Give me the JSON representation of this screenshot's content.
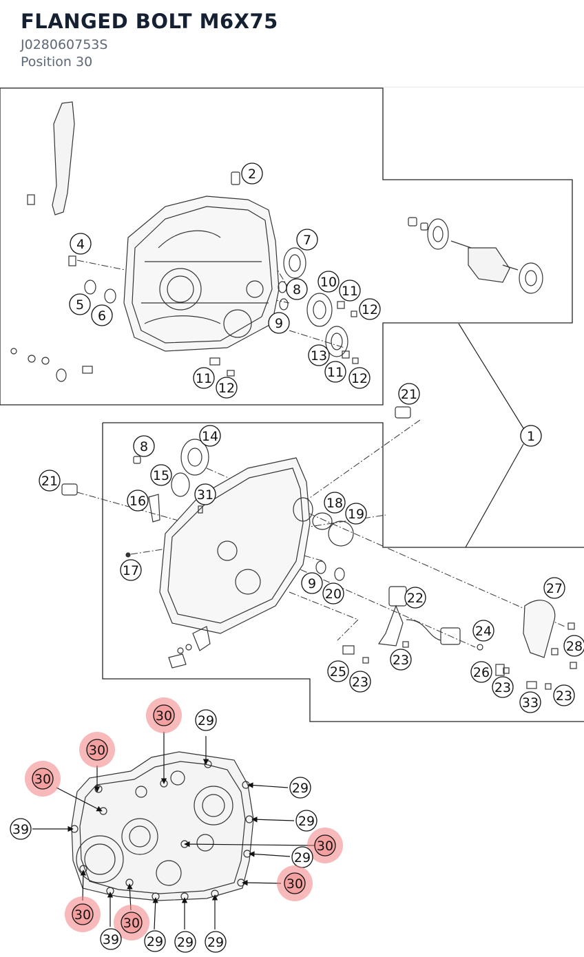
{
  "header": {
    "title": "FLANGED BOLT M6X75",
    "part_number": "J028060753S",
    "position_label": "Position 30"
  },
  "colors": {
    "highlight": "#f08080",
    "line": "#222222",
    "text_primary": "#162033",
    "text_secondary": "#5c6777"
  },
  "diagram": {
    "callouts": [
      {
        "id": "c2",
        "label": "2",
        "highlighted": false
      },
      {
        "id": "c4",
        "label": "4",
        "highlighted": false
      },
      {
        "id": "c5",
        "label": "5",
        "highlighted": false
      },
      {
        "id": "c6",
        "label": "6",
        "highlighted": false
      },
      {
        "id": "c7",
        "label": "7",
        "highlighted": false
      },
      {
        "id": "c8a",
        "label": "8",
        "highlighted": false
      },
      {
        "id": "c9a",
        "label": "9",
        "highlighted": false
      },
      {
        "id": "c10",
        "label": "10",
        "highlighted": false
      },
      {
        "id": "c11a",
        "label": "11",
        "highlighted": false
      },
      {
        "id": "c12a",
        "label": "12",
        "highlighted": false
      },
      {
        "id": "c13",
        "label": "13",
        "highlighted": false
      },
      {
        "id": "c11b",
        "label": "11",
        "highlighted": false
      },
      {
        "id": "c12b",
        "label": "12",
        "highlighted": false
      },
      {
        "id": "c11c",
        "label": "11",
        "highlighted": false
      },
      {
        "id": "c12c",
        "label": "12",
        "highlighted": false
      },
      {
        "id": "c1",
        "label": "1",
        "highlighted": false
      },
      {
        "id": "c21a",
        "label": "21",
        "highlighted": false
      },
      {
        "id": "c21b",
        "label": "21",
        "highlighted": false
      },
      {
        "id": "c8b",
        "label": "8",
        "highlighted": false
      },
      {
        "id": "c14",
        "label": "14",
        "highlighted": false
      },
      {
        "id": "c15",
        "label": "15",
        "highlighted": false
      },
      {
        "id": "c16",
        "label": "16",
        "highlighted": false
      },
      {
        "id": "c31",
        "label": "31",
        "highlighted": false
      },
      {
        "id": "c18",
        "label": "18",
        "highlighted": false
      },
      {
        "id": "c19",
        "label": "19",
        "highlighted": false
      },
      {
        "id": "c17",
        "label": "17",
        "highlighted": false
      },
      {
        "id": "c9b",
        "label": "9",
        "highlighted": false
      },
      {
        "id": "c20",
        "label": "20",
        "highlighted": false
      },
      {
        "id": "c22",
        "label": "22",
        "highlighted": false
      },
      {
        "id": "c27",
        "label": "27",
        "highlighted": false
      },
      {
        "id": "c24",
        "label": "24",
        "highlighted": false
      },
      {
        "id": "c28",
        "label": "28",
        "highlighted": false
      },
      {
        "id": "c23a",
        "label": "23",
        "highlighted": false
      },
      {
        "id": "c25",
        "label": "25",
        "highlighted": false
      },
      {
        "id": "c23b",
        "label": "23",
        "highlighted": false
      },
      {
        "id": "c26",
        "label": "26",
        "highlighted": false
      },
      {
        "id": "c23c",
        "label": "23",
        "highlighted": false
      },
      {
        "id": "c33",
        "label": "33",
        "highlighted": false
      },
      {
        "id": "c23d",
        "label": "23",
        "highlighted": false
      },
      {
        "id": "c30a",
        "label": "30",
        "highlighted": true
      },
      {
        "id": "c29a",
        "label": "29",
        "highlighted": false
      },
      {
        "id": "c30b",
        "label": "30",
        "highlighted": true
      },
      {
        "id": "c30c",
        "label": "30",
        "highlighted": true
      },
      {
        "id": "c39a",
        "label": "39",
        "highlighted": false
      },
      {
        "id": "c29b",
        "label": "29",
        "highlighted": false
      },
      {
        "id": "c29c",
        "label": "29",
        "highlighted": false
      },
      {
        "id": "c30d",
        "label": "30",
        "highlighted": true
      },
      {
        "id": "c29d",
        "label": "29",
        "highlighted": false
      },
      {
        "id": "c30e",
        "label": "30",
        "highlighted": true
      },
      {
        "id": "c30f",
        "label": "30",
        "highlighted": true
      },
      {
        "id": "c30g",
        "label": "30",
        "highlighted": true
      },
      {
        "id": "c39b",
        "label": "39",
        "highlighted": false
      },
      {
        "id": "c29e",
        "label": "29",
        "highlighted": false
      },
      {
        "id": "c29f",
        "label": "29",
        "highlighted": false
      },
      {
        "id": "c29g",
        "label": "29",
        "highlighted": false
      }
    ]
  }
}
